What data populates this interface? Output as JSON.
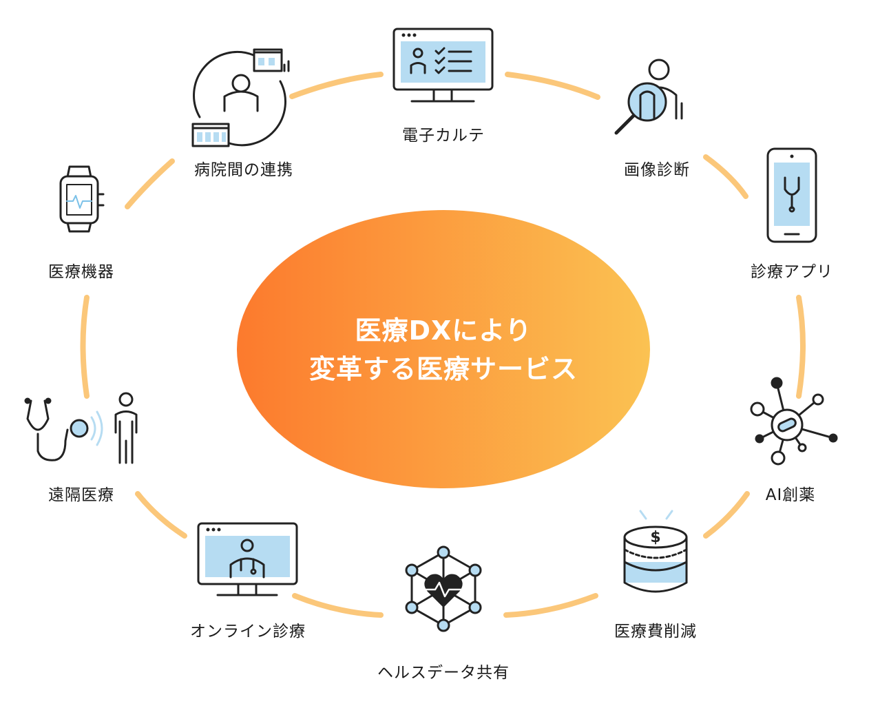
{
  "center": {
    "line1": "医療DXにより",
    "line2": "変革する医療サービス"
  },
  "nodes": [
    {
      "label": "電子カルテ",
      "icon": "ehr-monitor-icon"
    },
    {
      "label": "画像診断",
      "icon": "image-diagnosis-icon"
    },
    {
      "label": "診療アプリ",
      "icon": "smartphone-stethoscope-icon"
    },
    {
      "label": "AI創薬",
      "icon": "ai-molecule-icon"
    },
    {
      "label": "医療費削減",
      "icon": "coin-stack-icon"
    },
    {
      "label": "ヘルスデータ共有",
      "icon": "health-network-icon"
    },
    {
      "label": "オンライン診療",
      "icon": "online-doctor-icon"
    },
    {
      "label": "遠隔医療",
      "icon": "remote-stethoscope-icon"
    },
    {
      "label": "医療機器",
      "icon": "smartwatch-icon"
    },
    {
      "label": "病院間の連携",
      "icon": "hospital-link-icon"
    }
  ],
  "colors": {
    "ring": "#fbc77a",
    "ellipse_left": "#fc7a2d",
    "ellipse_right": "#fbc252",
    "icon_stroke": "#222222",
    "icon_fill": "#b6dcf2"
  }
}
